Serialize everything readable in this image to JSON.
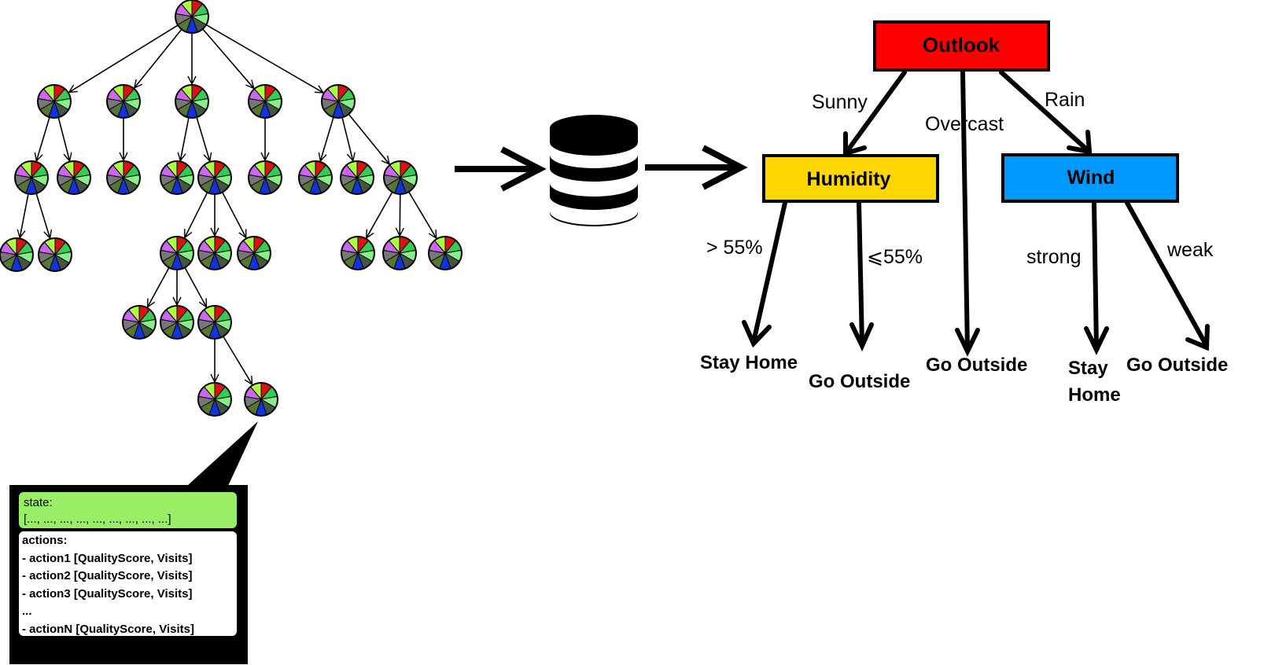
{
  "colors": {
    "pie_slices": [
      "#dd1111",
      "#33cc55",
      "#88ee88",
      "#445544",
      "#1133dd",
      "#557733",
      "#777777",
      "#cc66ee",
      "#aaff44"
    ],
    "outlook_fill": "#ff0000",
    "humidity_fill": "#ffd700",
    "wind_fill": "#0099ff",
    "state_box_fill": "#99ee66"
  },
  "icons": {
    "database": "database-icon"
  },
  "decision_tree": {
    "root": "Outlook",
    "humidity": "Humidity",
    "wind": "Wind",
    "edges": {
      "sunny": "Sunny",
      "overcast": "Overcast",
      "rain": "Rain",
      "gt55": "> 55%",
      "le55": "⩽55%",
      "strong": "strong",
      "weak": "weak"
    },
    "leaves": {
      "humidity_high": "Stay Home",
      "humidity_low": "Go Outside",
      "overcast": "Go Outside",
      "wind_strong_1": "Stay",
      "wind_strong_2": "Home",
      "wind_weak": "Go Outside"
    }
  },
  "node_info": {
    "state_label": "state:",
    "state_value": "[..., ..., ..., ..., ..., ..., ..., ..., ...]",
    "actions_label": "actions:",
    "actions": [
      "- action1 [QualityScore, Visits]",
      "- action2 [QualityScore, Visits]",
      "- action3 [QualityScore, Visits]",
      "...",
      "- actionN [QualityScore, Visits]"
    ]
  }
}
